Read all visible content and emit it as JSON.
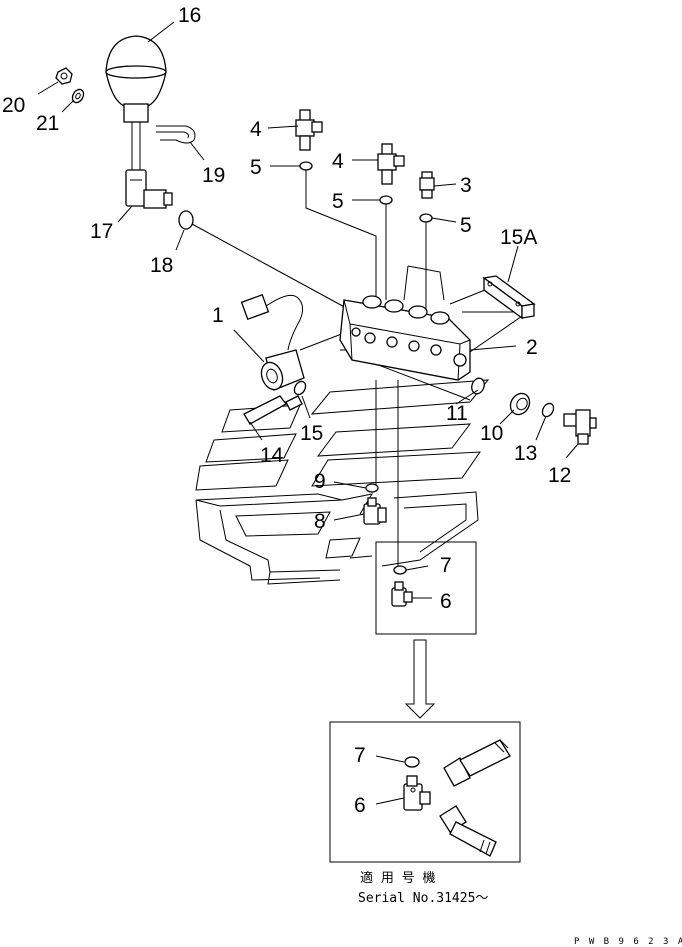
{
  "diagram": {
    "callouts": [
      "16",
      "20",
      "21",
      "4",
      "5",
      "4",
      "5",
      "3",
      "5",
      "19",
      "17",
      "18",
      "15A",
      "1",
      "2",
      "11",
      "10",
      "13",
      "12",
      "14",
      "15",
      "9",
      "8",
      "7",
      "6",
      "7",
      "6"
    ],
    "note_line1": "適 用 号 機",
    "note_line2": "Serial No.31425～",
    "drawing_code": "P W B 9 6 2 3 A"
  }
}
